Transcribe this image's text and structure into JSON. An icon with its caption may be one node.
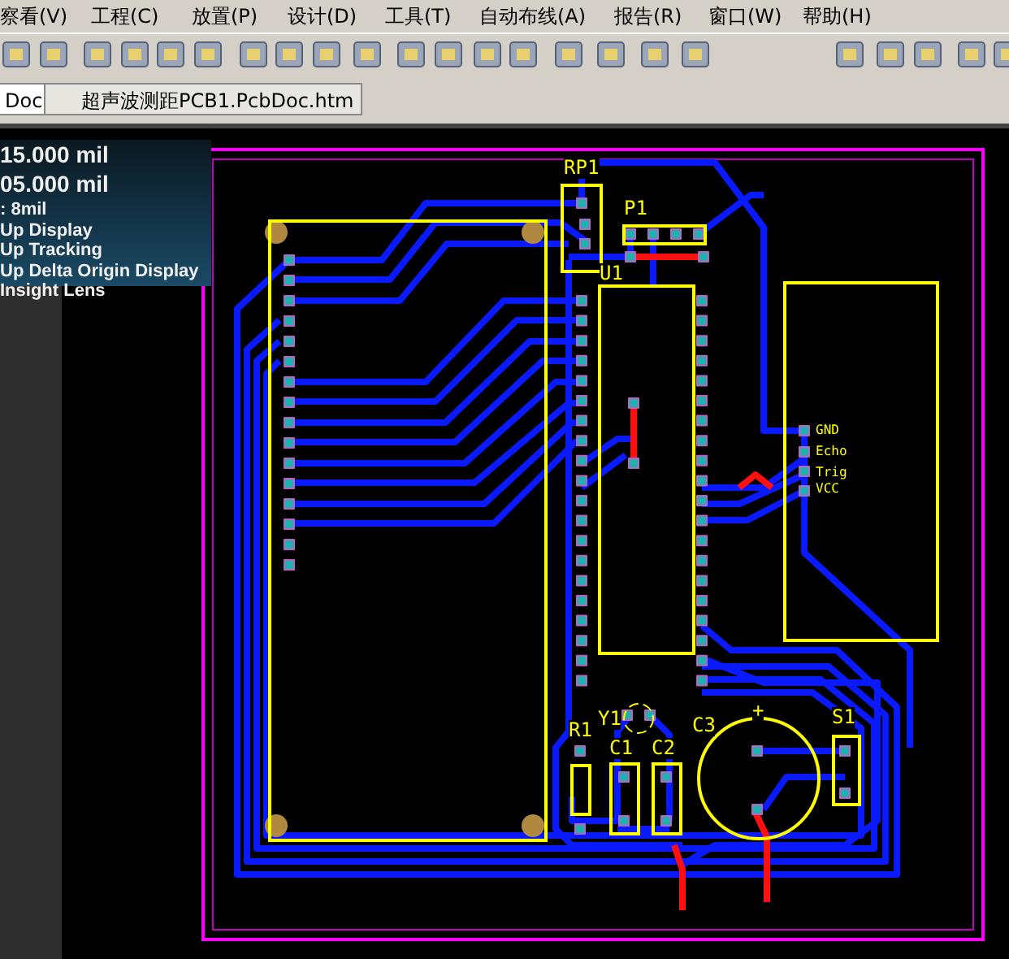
{
  "diagram": {
    "nodes": [
      {
        "text": [],
        "shape": "box"
      },
      {
        "text": [
          "RP1"
        ]
      },
      {
        "text": [
          "P1"
        ]
      },
      {
        "text": [
          "U1"
        ]
      },
      {
        "text": [
          "GND",
          "Echo",
          "Trig",
          "VCC"
        ]
      },
      {
        "text": [
          "Y1"
        ]
      },
      {
        "text": [
          "C1"
        ]
      },
      {
        "text": [
          "C2"
        ]
      },
      {
        "text": [
          "R1"
        ]
      },
      {
        "text": [
          "C3"
        ],
        "beside": [
          "+"
        ]
      },
      {
        "text": [
          "S1"
        ]
      }
    ],
    "labels": [
      "察看(V)",
      "工程(C)",
      "放置(P)",
      "设计(D)",
      "工具(T)",
      "自动布线(A)",
      "报告(R)",
      "窗口(W)",
      "帮助(H)",
      "Doc",
      "超声波测距PCB1.PcbDoc.htm",
      "15.000 mil",
      "05.000 mil",
      ": 8mil",
      "Up Display",
      "Up Tracking",
      "Up Delta Origin Display",
      "Insight Lens"
    ]
  }
}
